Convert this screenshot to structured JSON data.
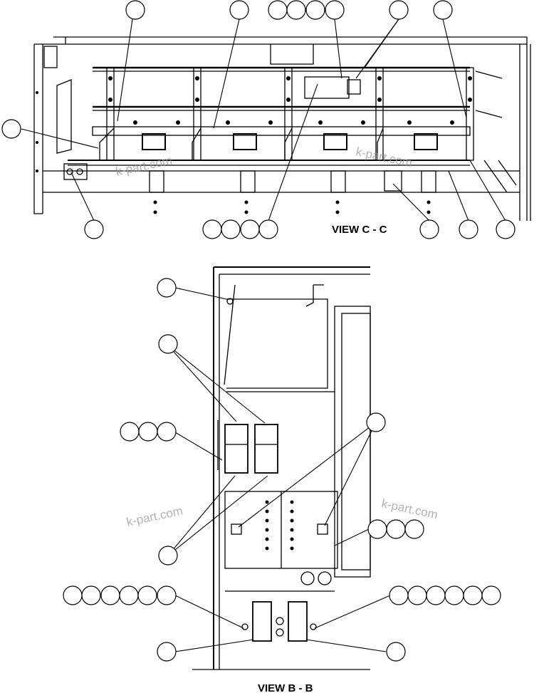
{
  "views": {
    "top": {
      "label": "VIEW C - C"
    },
    "bottom": {
      "label": "VIEW B - B"
    }
  },
  "watermark": "k-part.com",
  "colors": {
    "line": "#000000",
    "background": "#ffffff",
    "watermark": "#9a9a9a"
  }
}
